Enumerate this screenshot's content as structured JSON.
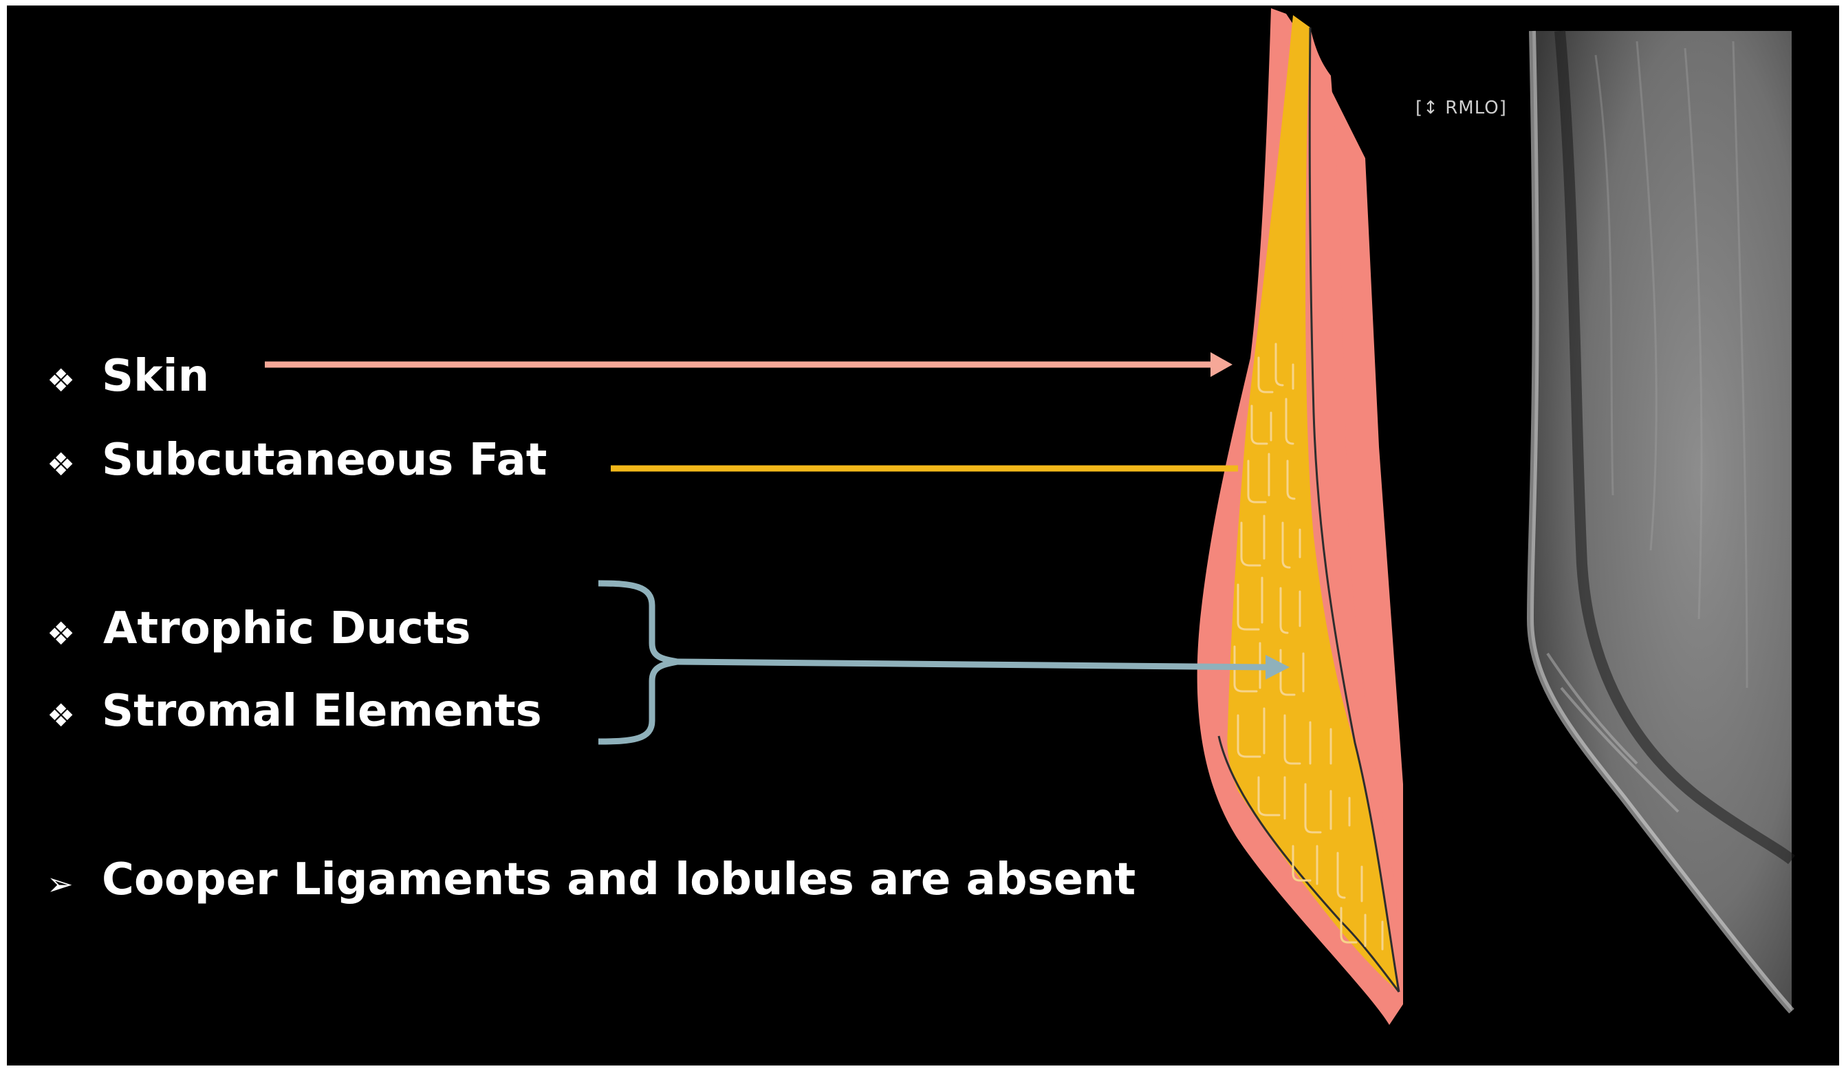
{
  "labels": {
    "skin": "Skin",
    "subcutaneous_fat": "Subcutaneous Fat",
    "atrophic_ducts": "Atrophic Ducts",
    "stromal_elements": "Stromal Elements",
    "note": "Cooper Ligaments and lobules are absent"
  },
  "bullets": {
    "diamond": "❖",
    "arrow": "➢"
  },
  "mammogram": {
    "view_tag": "[↕ RMLO]"
  },
  "colors": {
    "background": "#000000",
    "skin_pink": "#f4877c",
    "fat_yellow": "#f2b71a",
    "skin_arrow": "#f6a898",
    "fat_line": "#f2b81a",
    "duct_arrow": "#8fb1bb",
    "text": "#ffffff"
  }
}
